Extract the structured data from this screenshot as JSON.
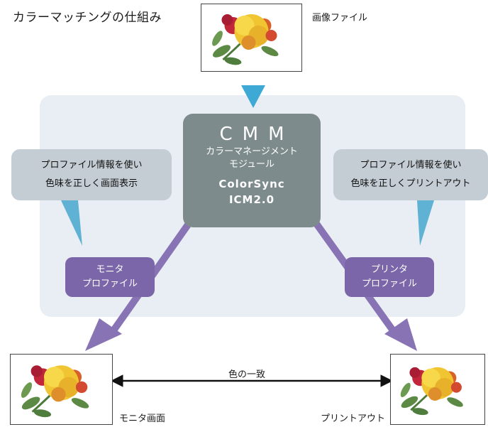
{
  "title": "カラーマッチングの仕組み",
  "image_file": {
    "label": "画像ファイル"
  },
  "cmm": {
    "abbr": "CMM",
    "name_line1": "カラーマネージメント",
    "name_line2": "モジュール",
    "product1": "ColorSync",
    "product2": "ICM2.0"
  },
  "monitor_bubble": {
    "line1": "プロファイル情報を使い",
    "line2": "色味を正しく画面表示"
  },
  "printer_bubble": {
    "line1": "プロファイル情報を使い",
    "line2": "色味を正しくプリントアウト"
  },
  "monitor_profile": {
    "line1": "モニタ",
    "line2": "プロファイル"
  },
  "printer_profile": {
    "line1": "プリンタ",
    "line2": "プロファイル"
  },
  "monitor_output": {
    "label": "モニタ画面"
  },
  "printer_output": {
    "label": "プリントアウト"
  },
  "match_label": "色の一致",
  "colors": {
    "panel": "#e9eef4",
    "cmm_box": "#7e8b8c",
    "bubble": "#c4cdd4",
    "bubble_tail": "#5fb2d3",
    "profile_box": "#7a66a8",
    "arrow_purple": "#8873b5",
    "input_arrow": "#3fa9d6"
  }
}
